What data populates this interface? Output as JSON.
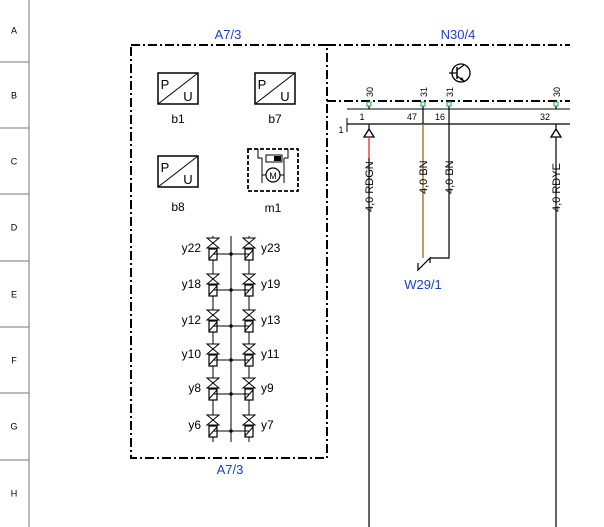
{
  "row_labels": [
    "A",
    "B",
    "C",
    "D",
    "E",
    "F",
    "G",
    "H"
  ],
  "module_a": {
    "title_top": "A7/3",
    "title_bottom": "A7/3"
  },
  "module_n": {
    "title": "N30/4"
  },
  "sensors": [
    {
      "id": "b1",
      "label": "b1",
      "p": "P",
      "u": "U"
    },
    {
      "id": "b7",
      "label": "b7",
      "p": "P",
      "u": "U"
    },
    {
      "id": "b8",
      "label": "b8",
      "p": "P",
      "u": "U"
    }
  ],
  "motor": {
    "label": "m1",
    "symbol": "M"
  },
  "valves_left": [
    "y22",
    "y18",
    "y12",
    "y10",
    "y8",
    "y6"
  ],
  "valves_right": [
    "y23",
    "y19",
    "y13",
    "y11",
    "y9",
    "y7"
  ],
  "connector": {
    "side_label": "1"
  },
  "pins": [
    {
      "top": "30",
      "bottom": "1"
    },
    {
      "top": "31",
      "bottom": "47"
    },
    {
      "top": "31",
      "bottom": "16"
    },
    {
      "top": "30",
      "bottom": "32"
    }
  ],
  "wires": [
    {
      "label": "4,0 RDGN",
      "color": "#e8463c"
    },
    {
      "label": "4,0 BN",
      "color": "#b8773a"
    },
    {
      "label": "4,0 BN",
      "color": "#000000"
    },
    {
      "label": "4,0 RDYE",
      "color": "#000000"
    }
  ],
  "ground": {
    "label": "W29/1"
  },
  "colors": {
    "accent": "#1a3fc4",
    "pin_marker": "#18a84a"
  }
}
